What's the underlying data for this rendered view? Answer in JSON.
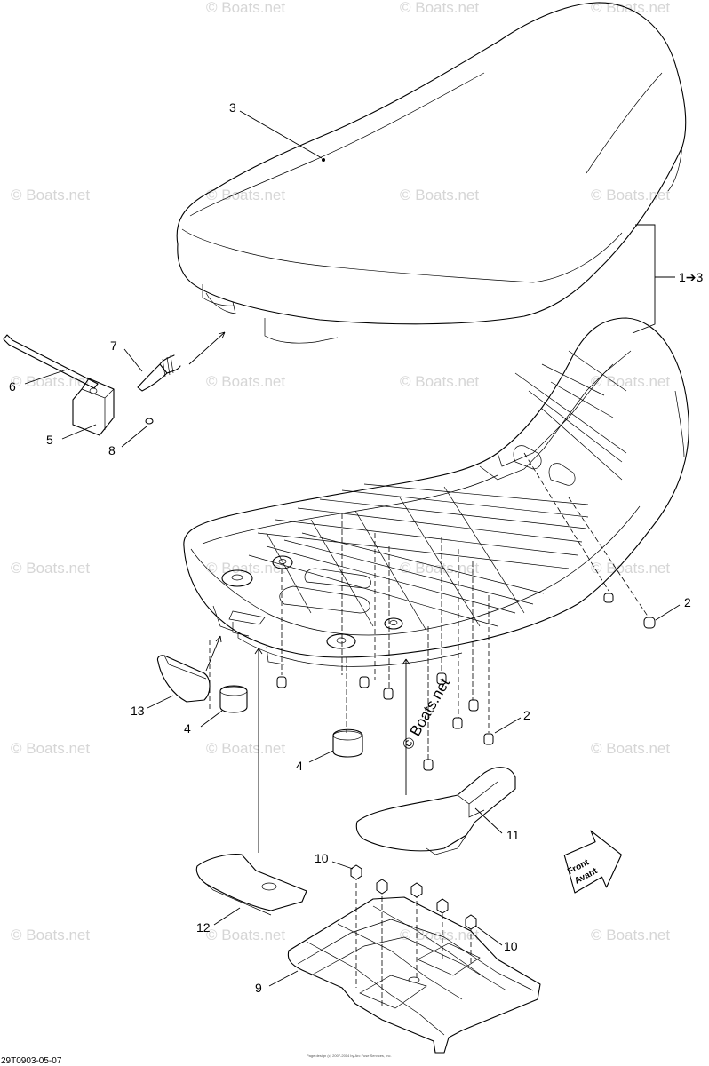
{
  "callouts": {
    "c1": "3",
    "c2": "1➔3",
    "c3": "7",
    "c4": "6",
    "c5": "5",
    "c6": "8",
    "c7": "2",
    "c8": "13",
    "c9": "4",
    "c10": "2",
    "c11": "4",
    "c12": "11",
    "c13": "10",
    "c14": "12",
    "c15": "10",
    "c16": "9"
  },
  "front_arrow": {
    "line1": "Front",
    "line2": "Avant"
  },
  "watermark": "© Boats.net",
  "diagram_code": "29T0903-05-07",
  "footer_fine_print": "Page design (c) 2007-2014 by Arc Fuse Services, Inc."
}
